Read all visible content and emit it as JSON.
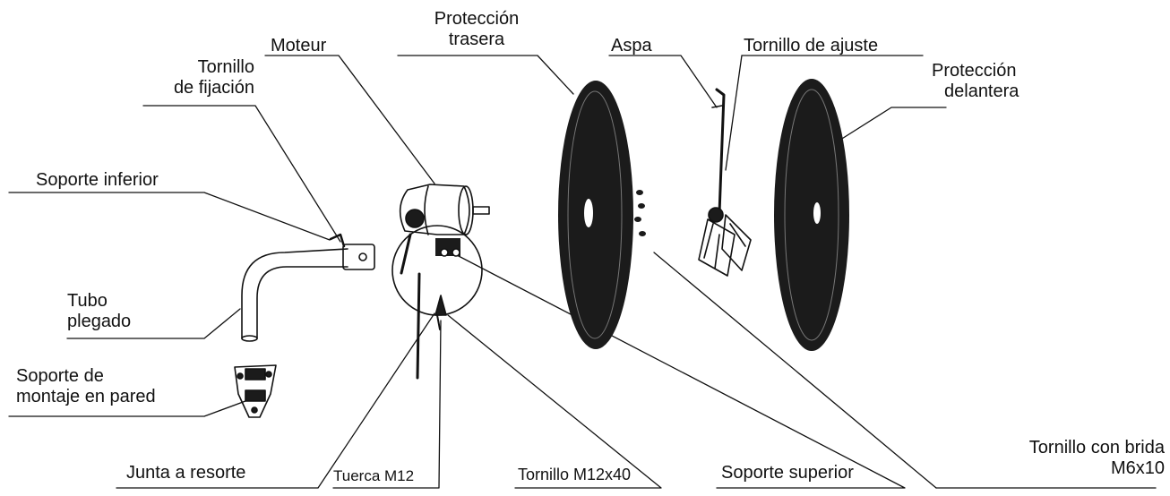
{
  "labels": {
    "proteccion_trasera": [
      "Protección",
      "trasera"
    ],
    "moteur": "Moteur",
    "aspa": "Aspa",
    "tornillo_ajuste": "Tornillo de ajuste",
    "proteccion_delantera": [
      "Protección",
      "delantera"
    ],
    "tornillo_fijacion": [
      "Tornillo",
      "de fijación"
    ],
    "soporte_inferior": "Soporte inferior",
    "tubo_plegado": [
      "Tubo",
      "plegado"
    ],
    "soporte_montaje": [
      "Soporte de",
      "montaje en pared"
    ],
    "junta_resorte": "Junta a resorte",
    "tuerca": "Tuerca M12",
    "tornillo_m12": "Tornillo M12x40",
    "soporte_superior": "Soporte superior",
    "tornillo_brida": [
      "Tornillo con brida",
      "M6x10"
    ]
  },
  "colors": {
    "ink": "#111111",
    "part_fill": "#1b1b1b"
  }
}
